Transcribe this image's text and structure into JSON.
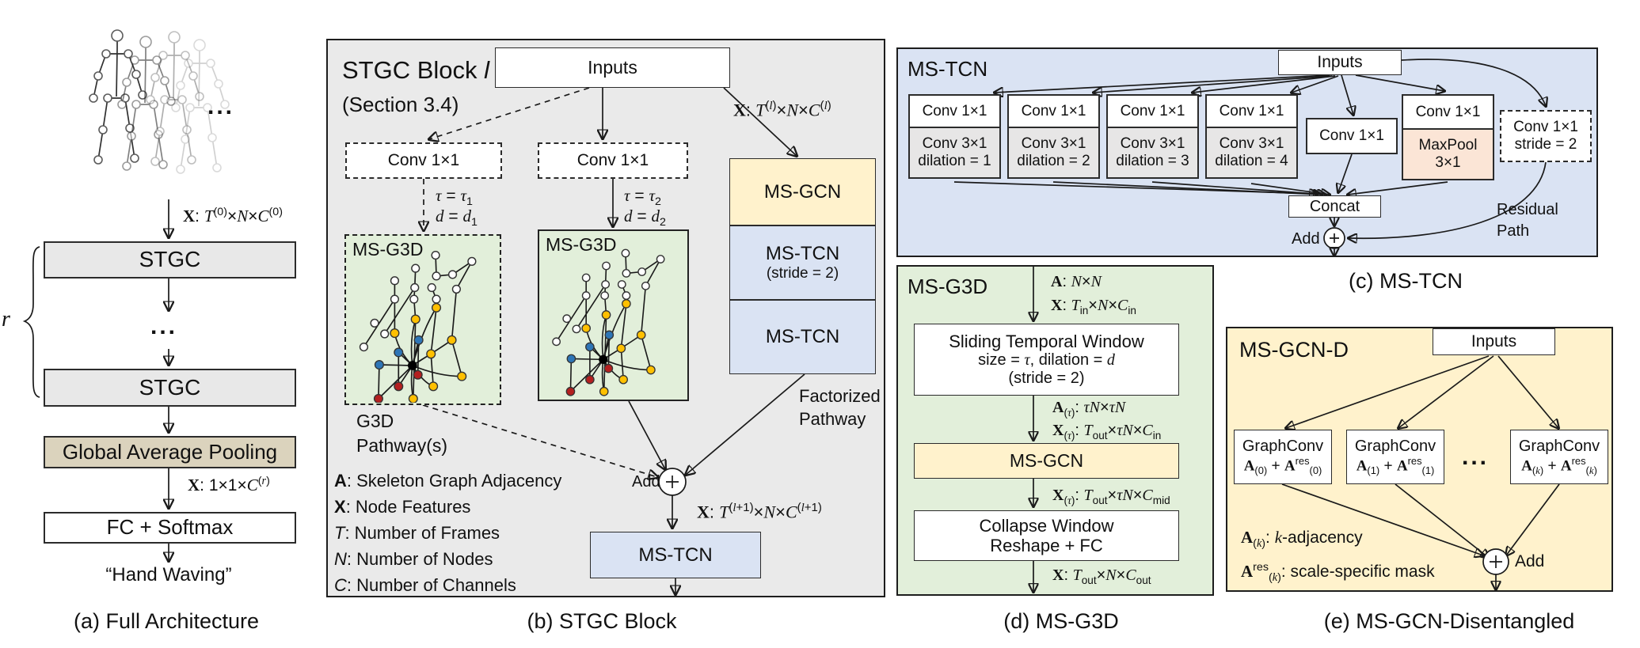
{
  "palette": {
    "panel_b_bg": "#EAEAEA",
    "panel_c_bg": "#DAE3F3",
    "panel_d_bg": "#E2EFDA",
    "panel_e_bg": "#FFF2CC",
    "yellow_box": "#FFF2CC",
    "blue_box": "#DAE3F3",
    "gray_box": "#E7E6E6",
    "tan_box": "#DBD3BD",
    "salmon_box": "#FBE5D6",
    "node_yellow": "#FFC000",
    "node_blue": "#2E75B6",
    "node_red": "#B42020"
  },
  "panel_a": {
    "dots_top": "...",
    "input_label": "<b>X</b>: <i>T</i><sup>(0)</sup>×<i>N</i>×<i>C</i><sup>(0)</sup>",
    "stgc1": "STGC",
    "dots_mid": "...",
    "stgc2": "STGC",
    "repeat_label": "r",
    "gap": "Global Average Pooling",
    "gap_out_label": "<b>X</b>: 1×1×<i>C</i><sup>(<i>r</i>)</sup>",
    "fc": "FC + Softmax",
    "output_text": "“Hand Waving”",
    "caption": "(a) Full Architecture"
  },
  "panel_b": {
    "title": "STGC Block <i>l</i>",
    "subtitle": "(Section 3.4)",
    "inputs": "Inputs",
    "conv1": "Conv 1×1",
    "conv2": "Conv 1×1",
    "tau1": "<i>τ</i> = <i>τ</i><sub>1</sub>",
    "d1": "<i>d</i> = <i>d</i><sub>1</sub>",
    "tau2": "<i>τ</i> = <i>τ</i><sub>2</sub>",
    "d2": "<i>d</i> = <i>d</i><sub>2</sub>",
    "msg3d1": "MS-G3D",
    "msg3d2": "MS-G3D",
    "x_in_label": "<b>X</b>: <i>T</i><sup>(<i>l</i>)</sup>×<i>N</i>×<i>C</i><sup>(<i>l</i>)</sup>",
    "msgcn": "MS-GCN",
    "mstcn_stride": "MS-TCN",
    "stride_note": "(stride = 2)",
    "mstcn2": "MS-TCN",
    "g3d_pathway": "G3D<br>Pathway(s)",
    "add_label": "Add",
    "factorized_label": "Factorized<br>Pathway",
    "x_out_label": "<b>X</b>: <i>T</i><sup>(<i>l</i>+1)</sup>×<i>N</i>×<i>C</i><sup>(<i>l</i>+1)</sup>",
    "mstcn_bottom": "MS-TCN",
    "legend": [
      "<b>A</b>: Skeleton Graph Adjacency",
      "<b>X</b>: Node Features",
      "<i>T</i>: Number of Frames",
      "<i>N</i>: Number of Nodes",
      "<i>C</i>: Number of Channels"
    ],
    "caption": "(b) STGC Block"
  },
  "panel_c": {
    "title": "MS-TCN",
    "inputs": "Inputs",
    "branches": [
      {
        "l1": "Conv 1×1",
        "l2": "Conv 3×1",
        "l3": "dilation = 1"
      },
      {
        "l1": "Conv 1×1",
        "l2": "Conv 3×1",
        "l3": "dilation = 2"
      },
      {
        "l1": "Conv 1×1",
        "l2": "Conv 3×1",
        "l3": "dilation = 3"
      },
      {
        "l1": "Conv 1×1",
        "l2": "Conv 3×1",
        "l3": "dilation = 4"
      }
    ],
    "conv_mid": "Conv 1×1",
    "maxpool_branch": {
      "l1": "Conv 1×1",
      "l2": "MaxPool",
      "l3": "3×1"
    },
    "residual_conv": {
      "l1": "Conv 1×1",
      "l2": "stride = 2"
    },
    "concat": "Concat",
    "add_label": "Add",
    "residual_label": "Residual<br>Path",
    "caption": "(c) MS-TCN"
  },
  "panel_d": {
    "title": "MS-G3D",
    "in1": "<b>A</b>: <i>N</i>×<i>N</i>",
    "in2": "<b>X</b>: <i>T</i><sub>in</sub>×<i>N</i>×<i>C</i><sub>in</sub>",
    "sliding": {
      "l1": "Sliding Temporal Window",
      "l2": "size = <i>τ</i>, dilation = <i>d</i>",
      "l3": "(stride = 2)"
    },
    "mid1": "<b>A</b><sub>(<i>τ</i>)</sub>: <i>τN</i>×<i>τN</i>",
    "mid2": "<b>X</b><sub>(<i>τ</i>)</sub>: <i>T</i><sub>out</sub>×<i>τN</i>×<i>C</i><sub>in</sub>",
    "msgcn": "MS-GCN",
    "mid3": "<b>X</b><sub>(<i>τ</i>)</sub>: <i>T</i><sub>out</sub>×<i>τN</i>×<i>C</i><sub>mid</sub>",
    "collapse": {
      "l1": "Collapse Window",
      "l2": "Reshape + FC"
    },
    "out": "<b>X</b>: <i>T</i><sub>out</sub>×<i>N</i>×<i>C</i><sub>out</sub>",
    "caption": "(d) MS-G3D"
  },
  "panel_e": {
    "title": "MS-GCN-D",
    "inputs": "Inputs",
    "graphconvs": [
      {
        "l1": "GraphConv",
        "l2": "<b>A</b><sub>(0)</sub> + <b>A</b><sup>res</sup><sub>(0)</sub>"
      },
      {
        "l1": "GraphConv",
        "l2": "<b>A</b><sub>(1)</sub> + <b>A</b><sup>res</sup><sub>(1)</sub>"
      },
      {
        "l1": "GraphConv",
        "l2": "<b>A</b><sub>(<i>k</i>)</sub> + <b>A</b><sup>res</sup><sub>(<i>k</i>)</sub>"
      }
    ],
    "dots": "...",
    "add_label": "Add",
    "legend1": "<b>A</b><sub>(<i>k</i>)</sub>: <i>k</i>-adjacency",
    "legend2": "<b>A</b><sup>res</sup><sub>(<i>k</i>)</sub>: scale-specific mask",
    "caption": "(e) MS-GCN-Disentangled"
  }
}
